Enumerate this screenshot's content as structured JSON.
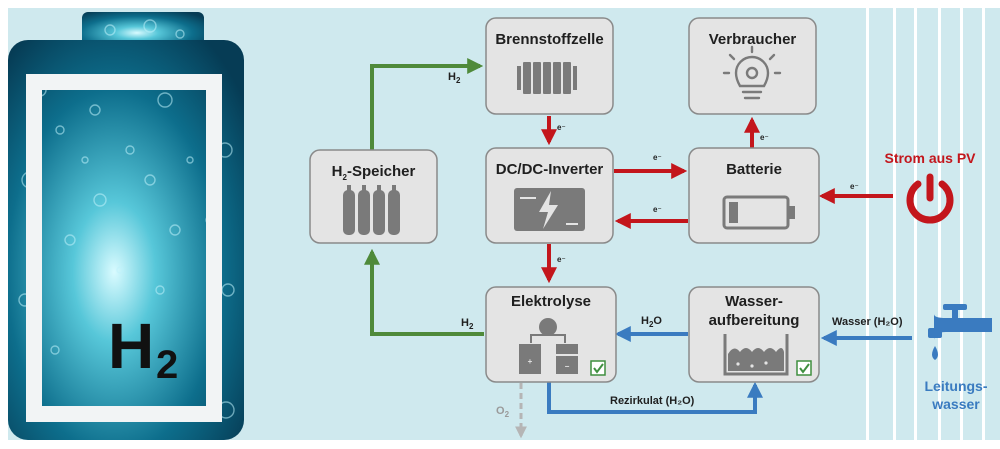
{
  "battery_image": {
    "label_main": "H",
    "label_sub": "2"
  },
  "boxes": {
    "brennstoffzelle": {
      "title": "Brennstoffzelle"
    },
    "verbraucher": {
      "title": "Verbraucher"
    },
    "speicher": {
      "title_main": "H",
      "title_sub": "2",
      "title_rest": "-Speicher"
    },
    "inverter": {
      "title": "DC/DC-Inverter"
    },
    "batterie": {
      "title": "Batterie"
    },
    "elektrolyse": {
      "title": "Elektrolyse"
    },
    "aufbereitung": {
      "title_line1": "Wasser-",
      "title_line2": "aufbereitung"
    }
  },
  "flows": {
    "h2_to_fuelcell": {
      "main": "H",
      "sub": "2"
    },
    "h2_from_electrolysis": {
      "main": "H",
      "sub": "2"
    },
    "water_in": "Wasser (H₂O)",
    "h2o_to_electrolysis": {
      "main": "H",
      "sub": "2",
      "rest": "O"
    },
    "recirculate": "Rezirkulat (H₂O)",
    "o2_out": {
      "main": "O",
      "sub": "2"
    },
    "electron": "e⁻"
  },
  "sources": {
    "pv": "Strom aus PV",
    "tap_line1": "Leitungs-",
    "tap_line2": "wasser"
  },
  "colors": {
    "background": "#cfe9ee",
    "box_fill": "#e4e4e4",
    "box_stroke": "#8a8a8a",
    "electric": "#c3161c",
    "hydrogen": "#4f8a3a",
    "water": "#3a7bc0",
    "oxygen": "#b5b5b5",
    "check": "#3f8f3f",
    "icon": "#777777"
  }
}
